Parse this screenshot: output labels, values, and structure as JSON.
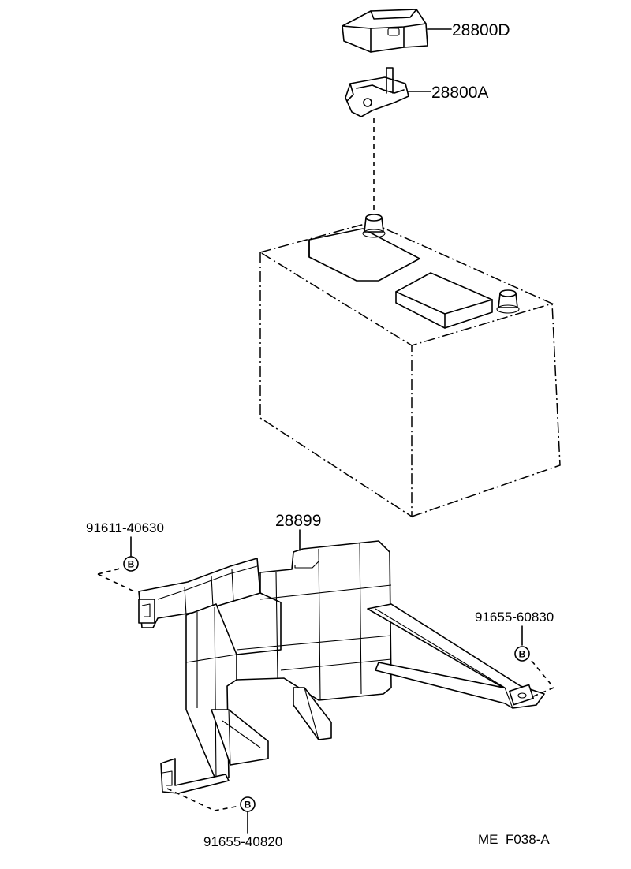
{
  "diagram": {
    "parts": {
      "terminal_cover": "28800D",
      "terminal_clamp": "28800A",
      "battery_tray": "28899",
      "bolt_upper_left": "91611-40630",
      "bolt_right": "91655-60830",
      "bolt_lower": "91655-40820"
    },
    "bolt_marker_letter": "B",
    "figure_code": "ME  F038-A"
  }
}
